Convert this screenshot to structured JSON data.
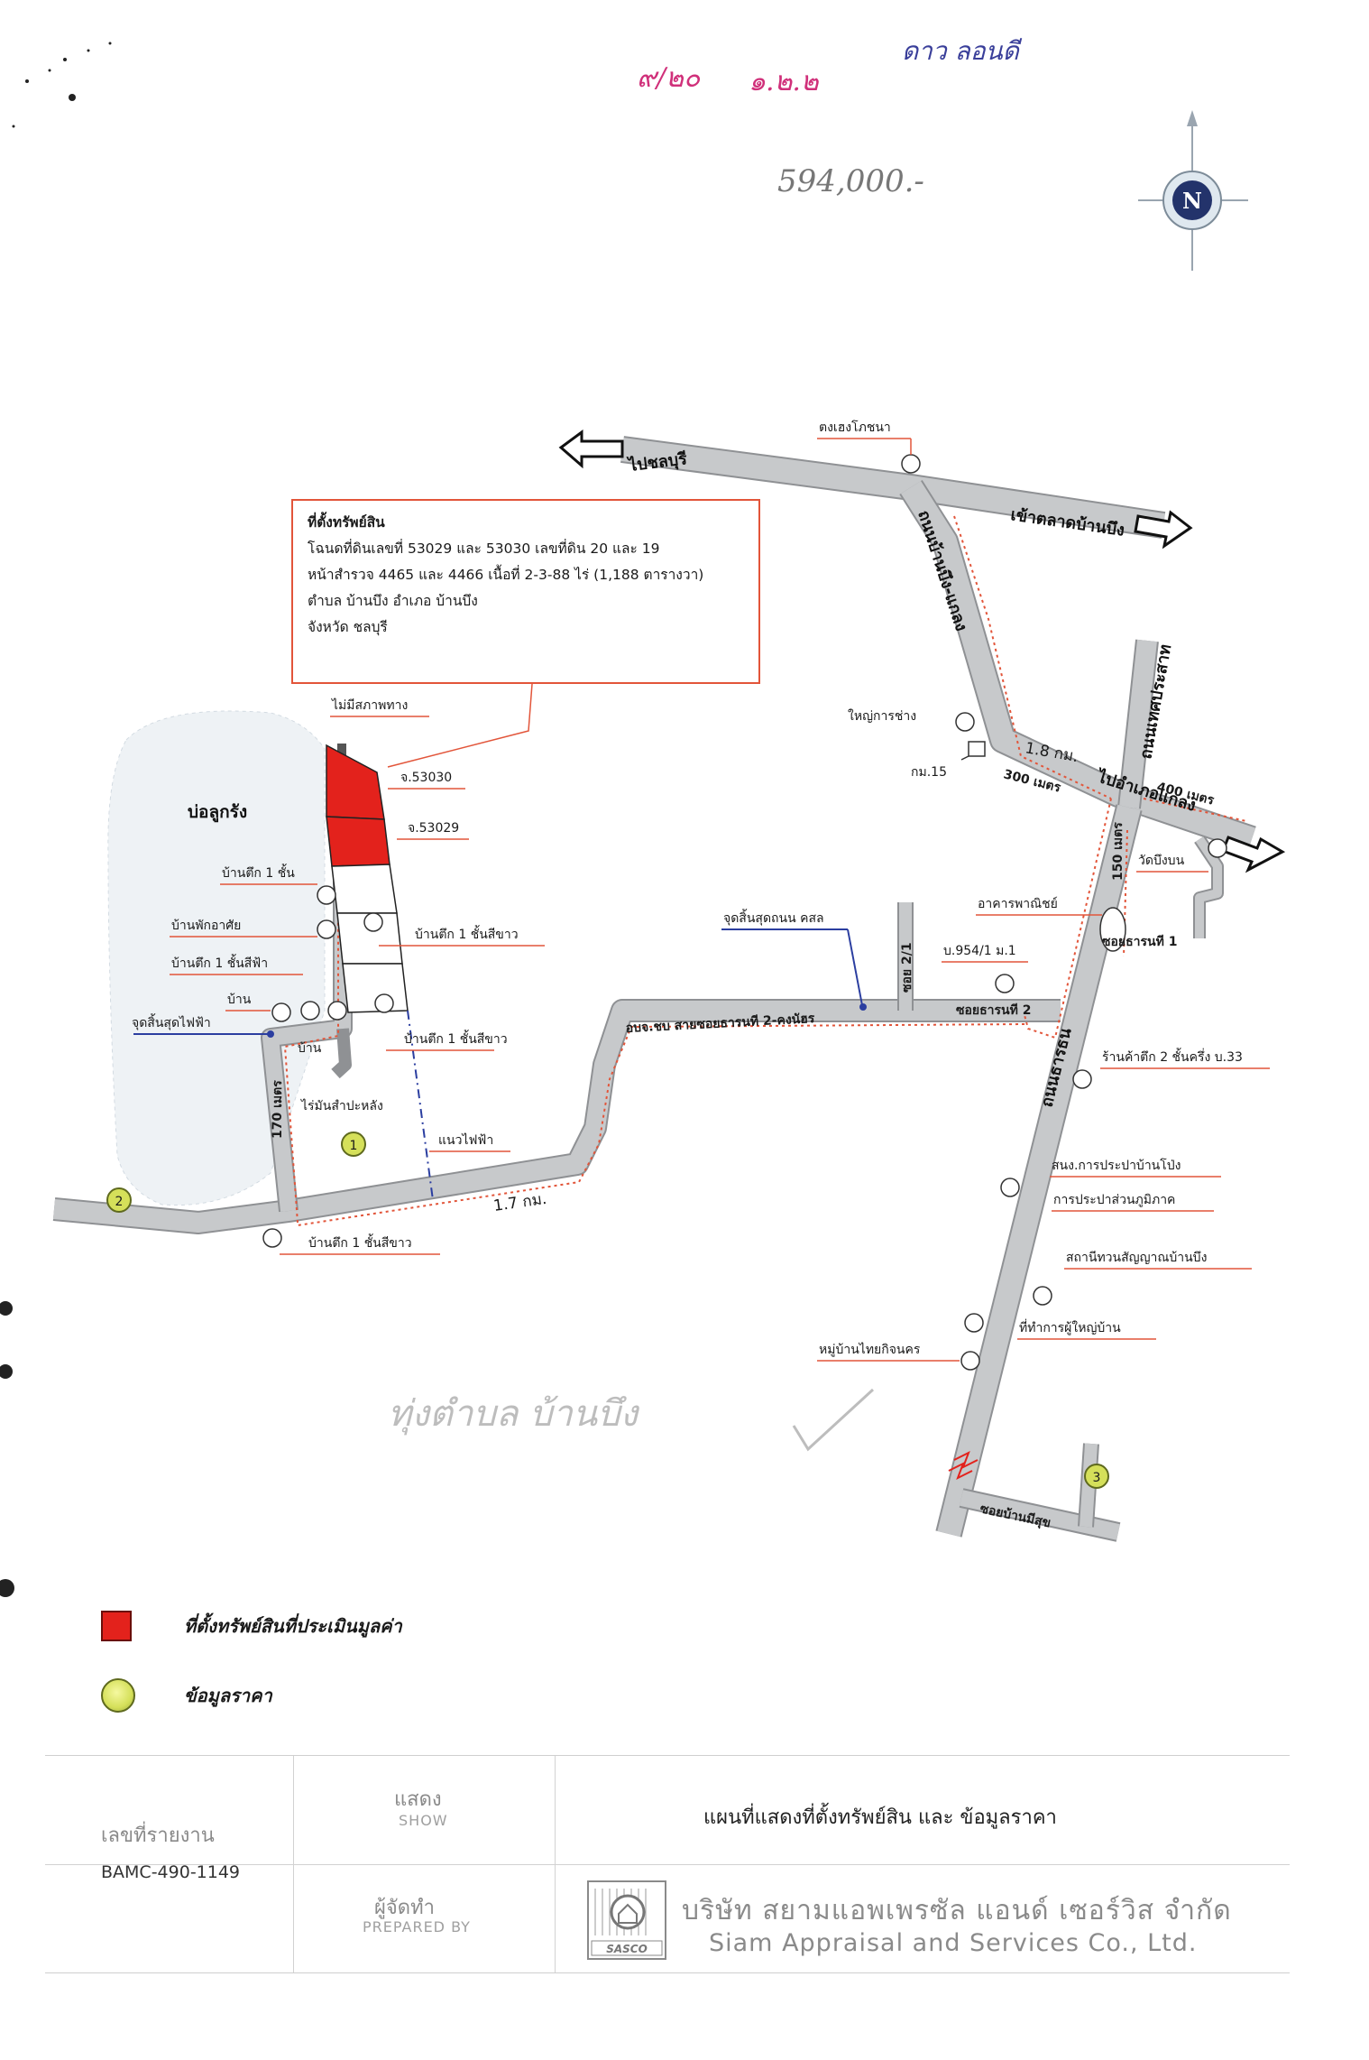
{
  "colors": {
    "road": "#c7c9cb",
    "road_edge": "#8f9194",
    "property": "#e3221c",
    "leader": "#e2553a",
    "route": "#e2553a",
    "price_marker": "#d5e05a",
    "power_line": "#2b3ea0",
    "pond": "#eef2f5"
  },
  "handwritten": {
    "top_code": "๙/๒๐",
    "top_date": "๑.๒.๒",
    "top_name": "ดาว ลอนดี",
    "price": "594,000.-",
    "bottom_note": "ทุ่งตำบล บ้านบึง"
  },
  "compass": {
    "letter": "N"
  },
  "info_box": {
    "title": "ที่ตั้งทรัพย์สิน",
    "line1": "โฉนดที่ดินเลขที่ 53029 และ 53030 เลขที่ดิน 20 และ 19",
    "line2": "หน้าสำรวจ 4465 และ 4466 เนื้อที่ 2-3-88 ไร่ (1,188 ตารางวา)",
    "line3": "ตำบล บ้านบึง อำเภอ บ้านบึง",
    "line4": "จังหวัด ชลบุรี"
  },
  "map": {
    "road_labels": {
      "to_chonburi": "ไปชลบุรี",
      "to_ban_bueng_market": "เข้าตลาดบ้านบึง",
      "ban_bueng_klaeng_road": "ถนนบ้านบึง-แกลง",
      "to_klaeng": "ไปอำเภอแกลง",
      "thetsaban_road": "ถนนเทศประสาท",
      "tharathon_road": "ถนนธารธน",
      "soi_tharathon_2": "ซอยธารนที 2",
      "soi_tharathon_1": "ซอยธารนที 1",
      "soi_2_1": "ซอย 2/1",
      "soi_ban_mi_suk": "ซอยบ้านมีสุข",
      "obj_road": "อบจ.ชบ สายซอยธารนที 2-คงนัฮร"
    },
    "distances": {
      "d_1_8": "1.8 กม.",
      "d_300": "300 เมตร",
      "d_400": "400 เมตร",
      "d_150": "150 เมตร",
      "d_170": "170 เมตร",
      "d_1_7": "1.7 กม."
    },
    "landmarks": {
      "tonghong": "ตงเฮงโภชนา",
      "yai_kan_chang": "ใหญ่การช่าง",
      "km15": "กม.15",
      "no_road_access": "ไม่มีสภาพทาง",
      "deed_53030": "จ.53030",
      "deed_53029": "จ.53029",
      "pond": "บ่อลูกรัง",
      "house_1_storey": "บ้านตึก 1 ชั้น",
      "dormitory": "บ้านพักอาศัย",
      "house_1_blue": "บ้านตึก 1 ชั้นสีฟ้า",
      "house": "บ้าน",
      "house_b": "บ้าน",
      "end_power": "จุดสิ้นสุดไฟฟ้า",
      "house_1_white_a": "บ้านตึก 1 ชั้นสีขาว",
      "house_1_white_b": "บ้านตึก 1 ชั้นสีขาว",
      "house_1_white_c": "บ้านตึก 1 ชั้นสีขาว",
      "cassava": "ไร่มันสำปะหลัง",
      "power_line": "แนวไฟฟ้า",
      "end_concrete": "จุดสิ้นสุดถนน คสล",
      "commercial_bldg": "อาคารพาณิชย์",
      "wat": "วัดบึงบน",
      "house_954": "บ.954/1 ม.1",
      "shop_2_half": "ร้านค้าตึก 2 ชั้นครึ่ง บ.33",
      "waterworks": "สนง.การประปาบ้านโป่ง",
      "pwa": "การประปาส่วนภูมิภาค",
      "signal_station": "สถานีทวนสัญญาณบ้านบึง",
      "village_head": "ที่ทำการผู้ใหญ่บ้าน",
      "village_thai": "หมู่บ้านไทยกิจนคร"
    },
    "markers": {
      "m1": "1",
      "m2": "2",
      "m3": "3"
    }
  },
  "legend": {
    "property": "ที่ตั้งทรัพย์สินที่ประเมินมูลค่า",
    "price_data": "ข้อมูลราคา"
  },
  "footer": {
    "report_no_label": "เลขที่รายงาน",
    "report_no": "BAMC-490-1149",
    "show_th": "แสดง",
    "show_en": "SHOW",
    "show_value": "แผนที่แสดงที่ตั้งทรัพย์สิน และ ข้อมูลราคา",
    "prepared_th": "ผู้จัดทำ",
    "prepared_en": "PREPARED BY",
    "logo_text": "SASCO",
    "company_th": "บริษัท สยามแอพเพรซัล แอนด์ เซอร์วิส จำกัด",
    "company_en": "Siam Appraisal and Services Co., Ltd."
  }
}
